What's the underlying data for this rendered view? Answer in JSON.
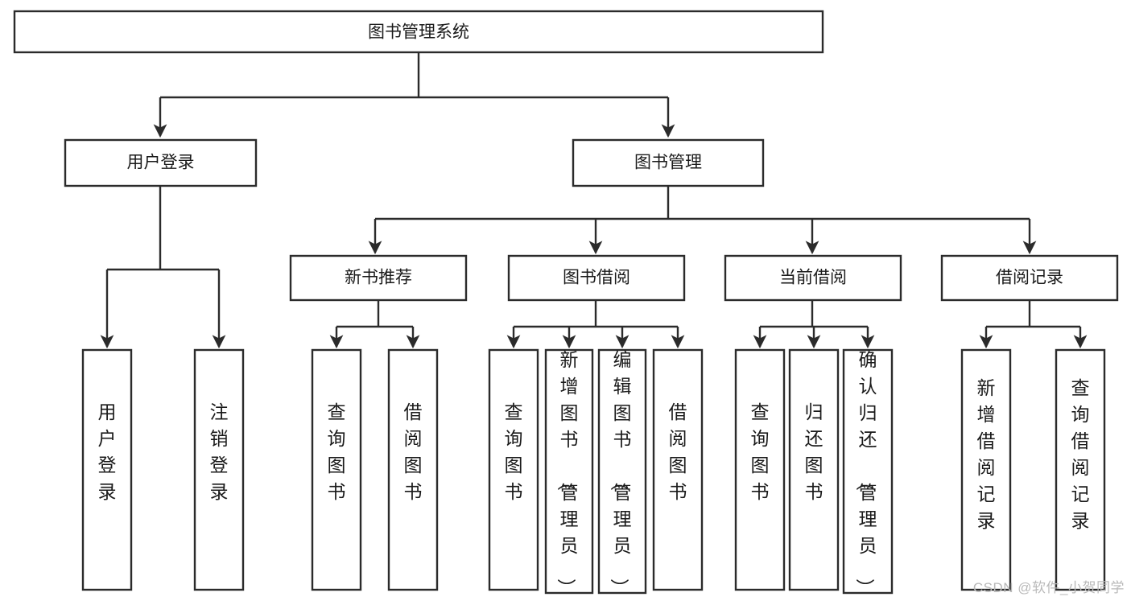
{
  "diagram": {
    "title": "图书管理系统",
    "type": "function-tree",
    "watermark": "CSDN @软件_小贺同学",
    "colors": {
      "box_stroke": "#2b2b2b",
      "box_fill": "#ffffff",
      "text": "#1a1a1a",
      "background": "#ffffff",
      "watermark": "#b9b9b9"
    },
    "levels": {
      "root": {
        "label": "图书管理系统"
      },
      "level2": [
        {
          "label": "用户登录"
        },
        {
          "label": "图书管理"
        }
      ],
      "level3": [
        {
          "label": "新书推荐"
        },
        {
          "label": "图书借阅"
        },
        {
          "label": "当前借阅"
        },
        {
          "label": "借阅记录"
        }
      ]
    },
    "leaves": {
      "user_login": [
        {
          "label": "用户登录"
        },
        {
          "label": "注销登录"
        }
      ],
      "new_book_recommend": [
        {
          "label": "查询图书"
        },
        {
          "label": "借阅图书"
        }
      ],
      "book_borrow": [
        {
          "label": "查询图书"
        },
        {
          "label": "新增图书（管理员）"
        },
        {
          "label": "编辑图书（管理员）"
        },
        {
          "label": "借阅图书"
        }
      ],
      "current_borrow": [
        {
          "label": "查询图书"
        },
        {
          "label": "归还图书"
        },
        {
          "label": "确认归还（管理员）"
        }
      ],
      "borrow_record": [
        {
          "label": "新增借阅记录"
        },
        {
          "label": "查询借阅记录"
        }
      ]
    }
  }
}
